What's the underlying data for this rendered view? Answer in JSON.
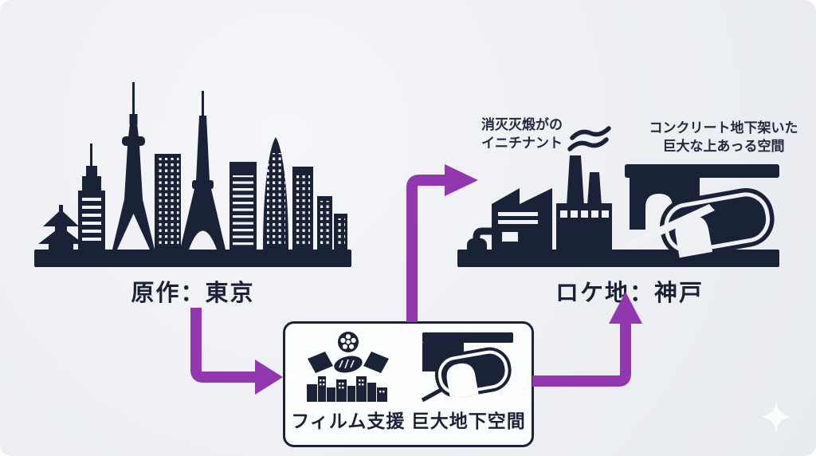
{
  "canvas": {
    "background": "#edeff3",
    "ink": "#1a2238",
    "accent_purple": "#9138b0",
    "box_fill": "#fcfdfe"
  },
  "tokyo": {
    "label": "原作：東京",
    "icon": "tokyo-skyline-silhouette"
  },
  "kobe": {
    "label": "ロケ地：神戸",
    "caption_factory_line1": "消灭灭煅がの",
    "caption_factory_line2": "イニチナント",
    "caption_tunnel_line1": "コンクリート地下架いた",
    "caption_tunnel_line2": "巨大な上あっる空間",
    "icons": [
      "factory-silhouette",
      "viaduct-tunnel-silhouette",
      "smoke"
    ]
  },
  "support_box": {
    "film_label": "フィルム支援",
    "tunnel_label": "巨大地下空間",
    "icons": [
      "film-reel",
      "handshake",
      "city-buildings",
      "tunnel"
    ]
  },
  "flow": [
    {
      "from": "tokyo",
      "to": "support_box"
    },
    {
      "from": "support_box",
      "to": "kobe_factory"
    },
    {
      "from": "support_box",
      "to": "kobe_label"
    }
  ],
  "decorations": {
    "sparkle_icon": "✦"
  }
}
